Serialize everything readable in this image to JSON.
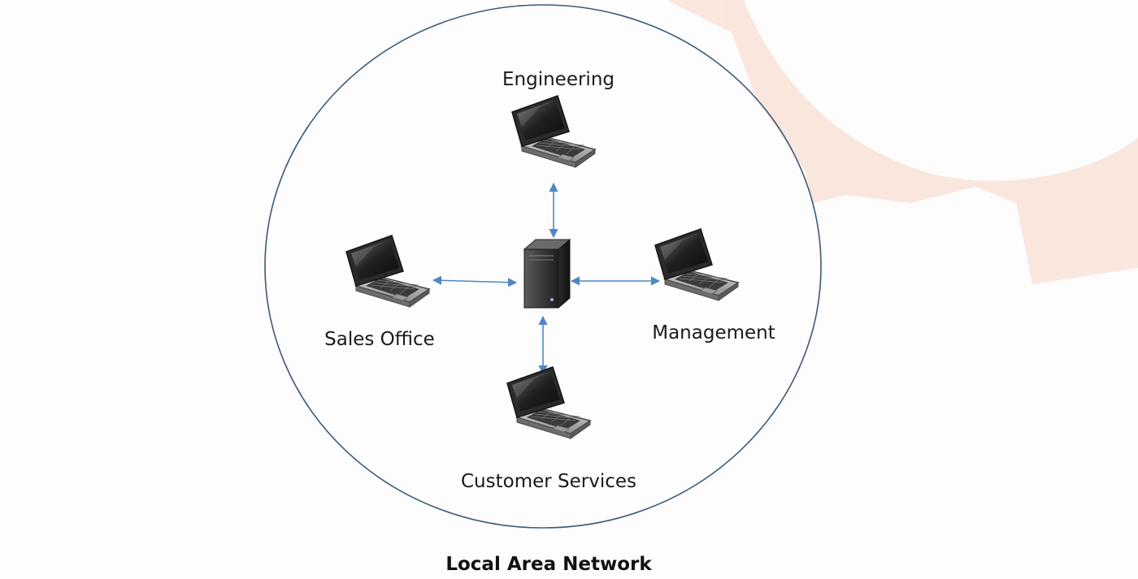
{
  "diagram": {
    "caption": "Local Area Network",
    "hub": {
      "icon": "server-tower-icon"
    },
    "nodes": [
      {
        "label": "Engineering",
        "icon": "laptop-icon"
      },
      {
        "label": "Sales Office",
        "icon": "laptop-icon"
      },
      {
        "label": "Management",
        "icon": "laptop-icon"
      },
      {
        "label": "Customer Services",
        "icon": "laptop-icon"
      }
    ],
    "colors": {
      "boundary": "#3d5a78",
      "connector": "#4f86c6",
      "watermark": "#f7d6c3"
    }
  }
}
